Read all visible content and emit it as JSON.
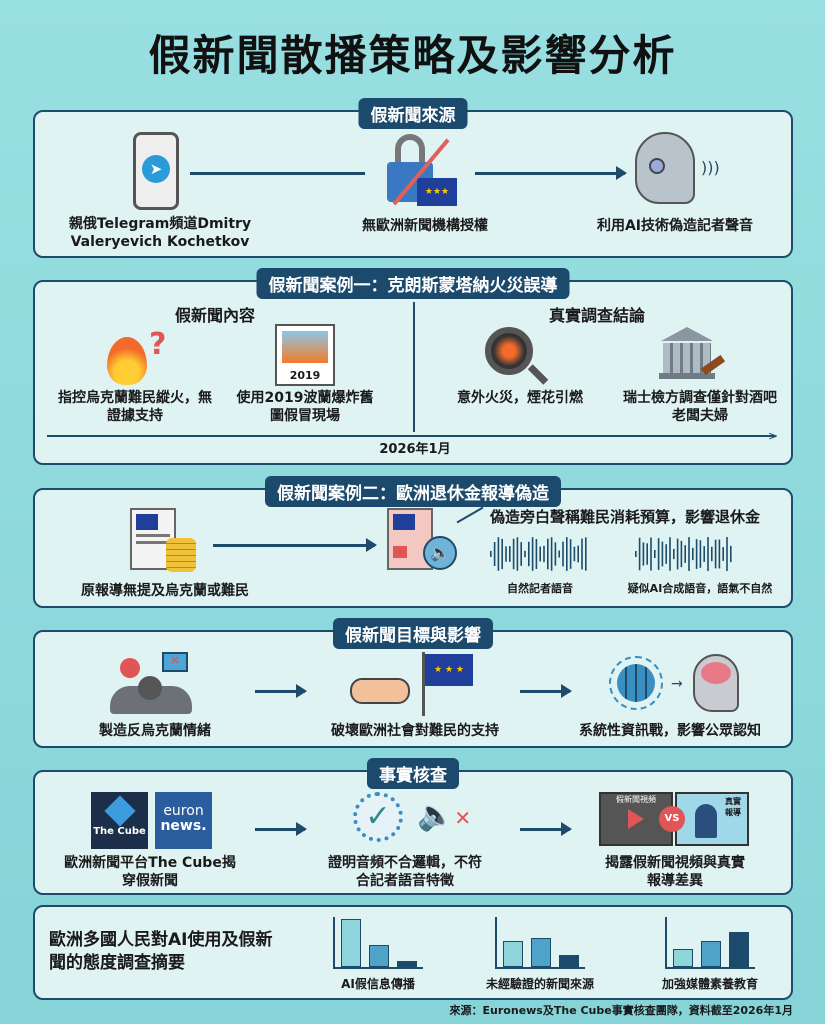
{
  "title": "假新聞散播策略及影響分析",
  "sources": {
    "tab": "假新聞來源",
    "items": [
      {
        "label": "親俄Telegram頻道Dmitry Valeryevich Kochetkov",
        "icon": "telegram-phone-icon"
      },
      {
        "label": "無歐洲新聞機構授權",
        "icon": "lock-eu-icon"
      },
      {
        "label": "利用AI技術偽造記者聲音",
        "icon": "ai-head-icon"
      }
    ]
  },
  "case1": {
    "tab": "假新聞案例一：克朗斯蒙塔納火災誤導",
    "fake_heading": "假新聞內容",
    "truth_heading": "真實調查結論",
    "items": [
      {
        "label": "指控烏克蘭難民縱火，無證據支持",
        "icon": "fire-question-icon"
      },
      {
        "label": "使用2019波蘭爆炸舊圖假冒現場",
        "icon": "photo-icon",
        "photo_year": "2019"
      },
      {
        "label": "意外火災，煙花引燃",
        "icon": "magnifier-fire-icon"
      },
      {
        "label": "瑞士檢方調查僅針對酒吧老闆夫婦",
        "icon": "court-gavel-icon"
      }
    ],
    "timeline_label": "2026年1月"
  },
  "case2": {
    "tab": "假新聞案例二：歐洲退休金報導偽造",
    "original": "原報導無提及烏克蘭或難民",
    "fake_claim": "偽造旁白聲稱難民消耗預算，影響退休金",
    "wave1": "自然記者語音",
    "wave2": "疑似AI合成語音，語氣不自然"
  },
  "goals": {
    "tab": "假新聞目標與影響",
    "items": [
      {
        "label": "製造反烏克蘭情緒",
        "icon": "angry-crowd-icon"
      },
      {
        "label": "破壞歐洲社會對難民的支持",
        "icon": "handshake-eu-flag-icon"
      },
      {
        "label": "系統性資訊戰，影響公眾認知",
        "icon": "globe-brain-icon"
      }
    ]
  },
  "factcheck": {
    "tab": "事實核查",
    "logos": {
      "cube": "The Cube",
      "euronews_top": "euron",
      "euronews_bottom": "news."
    },
    "items": [
      {
        "label": "歐洲新聞平台The Cube揭穿假新聞"
      },
      {
        "label": "證明音頻不合邏輯，不符合記者語音特徵"
      },
      {
        "label": "揭露假新聞視頻與真實報導差異"
      }
    ],
    "video_fake": "假新聞視頻",
    "video_real": "真實報導",
    "vs": "VS"
  },
  "survey": {
    "heading": "歐洲多國人民對AI使用及假新聞的態度調查摘要",
    "charts": [
      {
        "label": "AI假信息傳播",
        "values": [
          1.0,
          0.45,
          0.12
        ]
      },
      {
        "label": "未經驗證的新聞來源",
        "values": [
          0.55,
          0.6,
          0.25
        ]
      },
      {
        "label": "加強媒體素養教育",
        "values": [
          0.38,
          0.55,
          0.72
        ]
      }
    ]
  },
  "footer": "來源：Euronews及The Cube事實核查團隊，資料截至2026年1月",
  "colors": {
    "navy": "#1c4a6c",
    "panel": "#e0f3f3",
    "fire": "#f26b2a",
    "red": "#e05555"
  }
}
